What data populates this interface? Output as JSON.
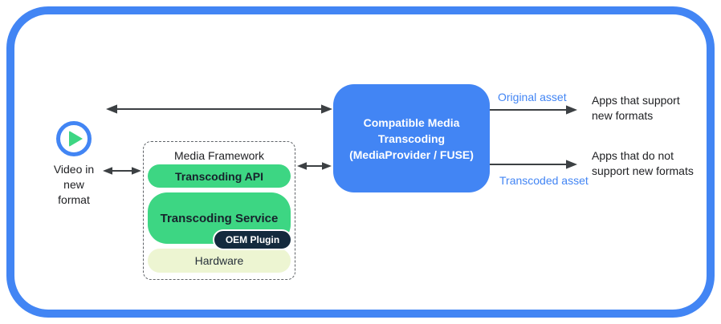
{
  "colors": {
    "blue": "#4285f4",
    "green": "#3dd683",
    "navy": "#142a3e",
    "pale": "#edf5d2",
    "ink": "#202124",
    "arrow": "#3c4043"
  },
  "source": {
    "label": "Video in\nnew\nformat"
  },
  "framework": {
    "title": "Media Framework",
    "api_label": "Transcoding API",
    "service_label": "Transcoding Service",
    "oem_label": "OEM Plugin",
    "hardware_label": "Hardware"
  },
  "transcoder": {
    "label": "Compatible Media\nTranscoding\n(MediaProvider / FUSE)"
  },
  "outputs": {
    "original": {
      "arrow_label": "Original asset",
      "target": "Apps that support\nnew formats"
    },
    "transcoded": {
      "arrow_label": "Transcoded asset",
      "target": "Apps that do not\nsupport new formats"
    }
  }
}
